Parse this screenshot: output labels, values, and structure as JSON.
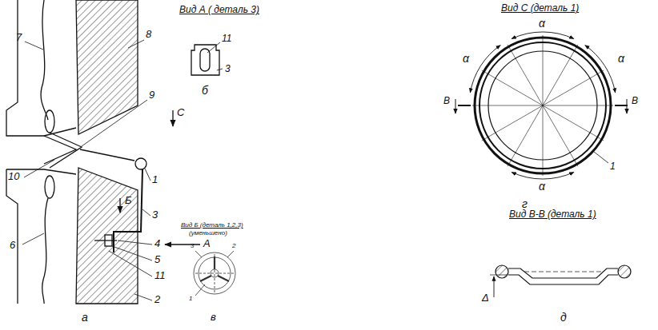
{
  "diagram": {
    "labels": [
      "7",
      "8",
      "9",
      "С",
      "10",
      "Б",
      "1",
      "3",
      "6",
      "4",
      "5",
      "11",
      "2",
      "А",
      "а",
      "Вид А ( деталь 3)",
      "11",
      "3",
      "б",
      "Вид Б (деталь 1,2,3)",
      "(уменьшено)",
      "3",
      "2",
      "1",
      "в",
      "Вид С (деталь 1)",
      "α",
      "α",
      "α",
      "α",
      "В",
      "В",
      "1",
      "г",
      "Вид В-В (деталь 1)",
      "Δ",
      "д"
    ]
  }
}
